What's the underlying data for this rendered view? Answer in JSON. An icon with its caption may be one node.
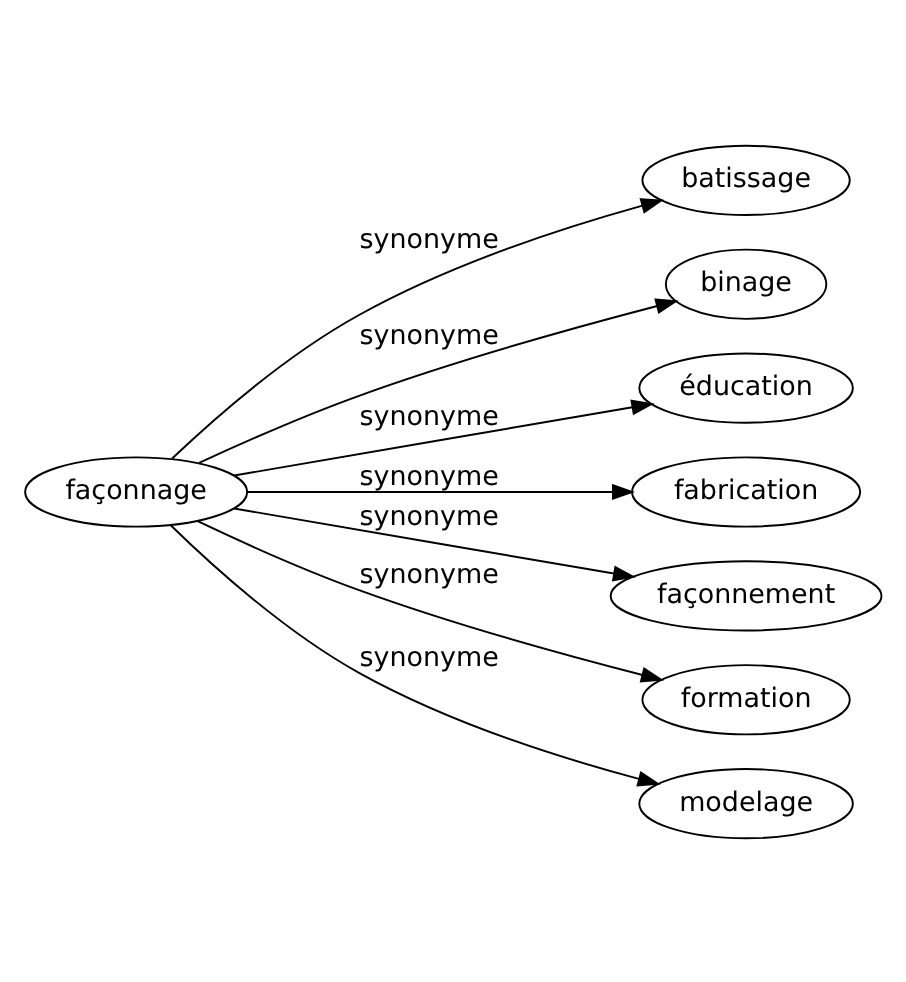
{
  "diagram": {
    "nodes": [
      {
        "text": [
          "façonnage"
        ]
      },
      {
        "text": [
          "batissage"
        ]
      },
      {
        "text": [
          "binage"
        ]
      },
      {
        "text": [
          "éducation"
        ]
      },
      {
        "text": [
          "fabrication"
        ]
      },
      {
        "text": [
          "façonnement"
        ]
      },
      {
        "text": [
          "formation"
        ]
      },
      {
        "text": [
          "modelage"
        ]
      }
    ],
    "edges": [
      {
        "from": 0,
        "to": 1,
        "arrow": "to",
        "label": "synonyme"
      },
      {
        "from": 0,
        "to": 2,
        "arrow": "to",
        "label": "synonyme"
      },
      {
        "from": 0,
        "to": 3,
        "arrow": "to",
        "label": "synonyme"
      },
      {
        "from": 0,
        "to": 4,
        "arrow": "to",
        "label": "synonyme"
      },
      {
        "from": 0,
        "to": 5,
        "arrow": "to",
        "label": "synonyme"
      },
      {
        "from": 0,
        "to": 6,
        "arrow": "to",
        "label": "synonyme"
      },
      {
        "from": 0,
        "to": 7,
        "arrow": "to",
        "label": "synonyme"
      }
    ]
  }
}
